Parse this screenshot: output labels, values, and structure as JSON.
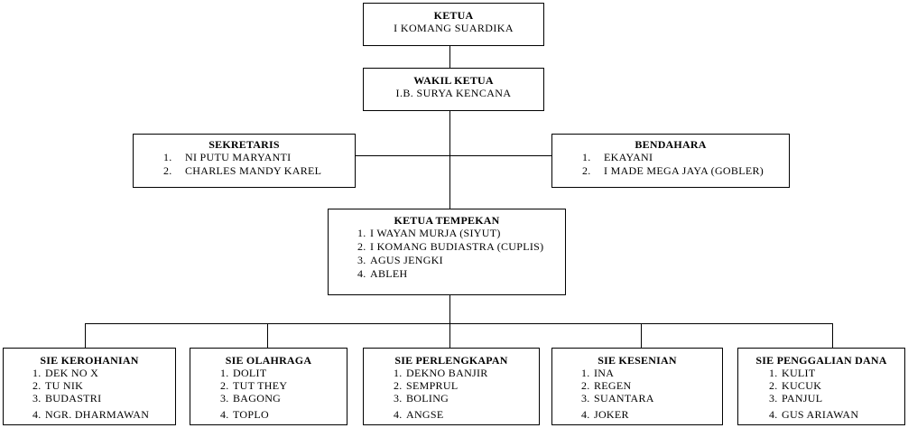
{
  "ketua": {
    "title": "KETUA",
    "name": "I KOMANG SUARDIKA"
  },
  "wakil": {
    "title": "WAKIL KETUA",
    "name": "I.B. SURYA KENCANA"
  },
  "sekretaris": {
    "title": "SEKRETARIS",
    "members": [
      {
        "num": "1.",
        "name": "NI PUTU MARYANTI"
      },
      {
        "num": "2.",
        "name": "CHARLES MANDY KAREL"
      }
    ]
  },
  "bendahara": {
    "title": "BENDAHARA",
    "members": [
      {
        "num": "1.",
        "name": "EKAYANI"
      },
      {
        "num": "2.",
        "name": "I MADE MEGA JAYA (GOBLER)"
      }
    ]
  },
  "tempekan": {
    "title": "KETUA TEMPEKAN",
    "members": [
      {
        "num": "1.",
        "name": "I WAYAN MURJA (SIYUT)"
      },
      {
        "num": "2.",
        "name": "I KOMANG BUDIASTRA (CUPLIS)"
      },
      {
        "num": "3.",
        "name": "AGUS JENGKI"
      },
      {
        "num": "4.",
        "name": "ABLEH"
      }
    ]
  },
  "sie": [
    {
      "title": "SIE KEROHANIAN",
      "members": [
        {
          "num": "1.",
          "name": "DEK NO X"
        },
        {
          "num": "2.",
          "name": "TU NIK"
        },
        {
          "num": "3.",
          "name": "BUDASTRI"
        },
        {
          "num": "4.",
          "name": "NGR. DHARMAWAN"
        }
      ]
    },
    {
      "title": "SIE OLAHRAGA",
      "members": [
        {
          "num": "1.",
          "name": "DOLIT"
        },
        {
          "num": "2.",
          "name": "TUT THEY"
        },
        {
          "num": "3.",
          "name": "BAGONG"
        },
        {
          "num": "4.",
          "name": "TOPLO"
        }
      ]
    },
    {
      "title": "SIE PERLENGKAPAN",
      "members": [
        {
          "num": "1.",
          "name": "DEKNO BANJIR"
        },
        {
          "num": "2.",
          "name": "SEMPRUL"
        },
        {
          "num": "3.",
          "name": "BOLING"
        },
        {
          "num": "4.",
          "name": "ANGSE"
        }
      ]
    },
    {
      "title": "SIE KESENIAN",
      "members": [
        {
          "num": "1.",
          "name": "INA"
        },
        {
          "num": "2.",
          "name": "REGEN"
        },
        {
          "num": "3.",
          "name": "SUANTARA"
        },
        {
          "num": "4.",
          "name": "JOKER"
        }
      ]
    },
    {
      "title": "SIE PENGGALIAN DANA",
      "members": [
        {
          "num": "1.",
          "name": "KULIT"
        },
        {
          "num": "2.",
          "name": "KUCUK"
        },
        {
          "num": "3.",
          "name": "PANJUL"
        },
        {
          "num": "4.",
          "name": "GUS ARIAWAN"
        }
      ]
    }
  ]
}
